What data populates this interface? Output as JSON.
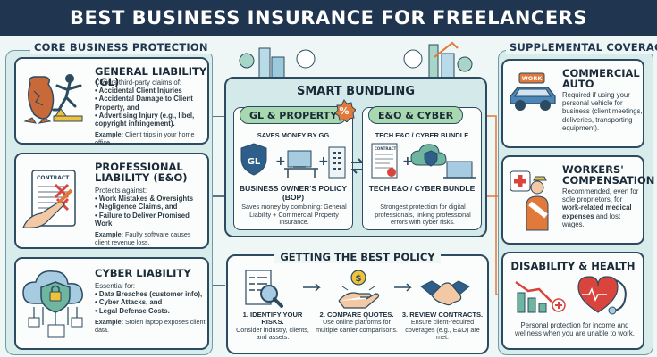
{
  "title": "BEST BUSINESS INSURANCE FOR FREELANCERS",
  "left_column": {
    "heading": "CORE BUSINESS PROTECTION",
    "cards": [
      {
        "title_line1": "GENERAL LIABILITY (GL)",
        "intro": "Covers third-party claims of:",
        "bullets": [
          "Accidental Client Injuries",
          "Accidental Damage to Client Property, and",
          "Advertising Injury (e.g., libel, copyright infringement)."
        ],
        "example_label": "Example:",
        "example_text": "Client trips in your home office."
      },
      {
        "title_line1": "PROFESSIONAL",
        "title_line2": "LIABILITY (E&O)",
        "intro": "Protects against:",
        "bullets": [
          "Work Mistakes & Oversights",
          "Negligence Claims, and",
          "Failure to Deliver Promised Work"
        ],
        "example_label": "Example:",
        "example_text": "Faulty software causes client revenue loss."
      },
      {
        "title_line1": "CYBER LIABILITY",
        "intro": "Essential for:",
        "bullets": [
          "Data Breaches (customer info),",
          "Cyber Attacks, and",
          "Legal Defense Costs."
        ],
        "example_label": "Example:",
        "example_text": "Stolen laptop exposes client data."
      }
    ]
  },
  "center": {
    "heading": "SMART BUNDLING",
    "left_card": {
      "pill": "GL & PROPERTY",
      "caption": "SAVES MONEY BY GG",
      "gl_label": "GL",
      "discount": "%",
      "name": "BUSINESS OWNER'S POLICY (BOP)",
      "text": "Saves money by combining: General Liability + Commercial Property Insurance."
    },
    "right_card": {
      "pill": "E&O & CYBER",
      "caption": "TECH E&O / CYBER BUNDLE",
      "doc_label": "CONTRACT",
      "name": "TECH E&O / CYBER BUNDLE",
      "text": "Strongest protection for digital professionals, linking professional errors with cyber risks."
    }
  },
  "best_policy": {
    "heading": "GETTING THE BEST POLICY",
    "steps": [
      {
        "title": "1. IDENTIFY YOUR RISKS.",
        "text": "Consider industry, clients, and assets."
      },
      {
        "title": "2. COMPARE QUOTES.",
        "text": "Use online platforms for multiple carrier comparisons."
      },
      {
        "title": "3. REVIEW CONTRACTS.",
        "text": "Ensure client-required coverages (e.g., E&O) are met."
      }
    ]
  },
  "right_column": {
    "heading": "SUPPLEMENTAL COVERAGE",
    "cards": [
      {
        "title_line1": "COMMERCIAL",
        "title_line2": "AUTO",
        "text": "Required if using your personal vehicle for business (client meetings, deliveries, transporting equipment).",
        "badge": "WORK"
      },
      {
        "title_line1": "WORKERS'",
        "title_line2": "COMPENSATION",
        "text_a": "Recommended, even for sole proprietors, for ",
        "text_b": "work-related medical expenses",
        "text_c": " and lost wages."
      },
      {
        "title_line1": "DISABILITY & HEALTH",
        "text": "Personal protection for income and wellness when you are unable to work."
      }
    ]
  },
  "card_doc_label": "CONTRACT",
  "colors": {
    "navy": "#1f3550",
    "teal_bg": "#d9ecec",
    "green_pill": "#a8d8b0",
    "accent_orange": "#e0793a",
    "red": "#d9443c"
  }
}
